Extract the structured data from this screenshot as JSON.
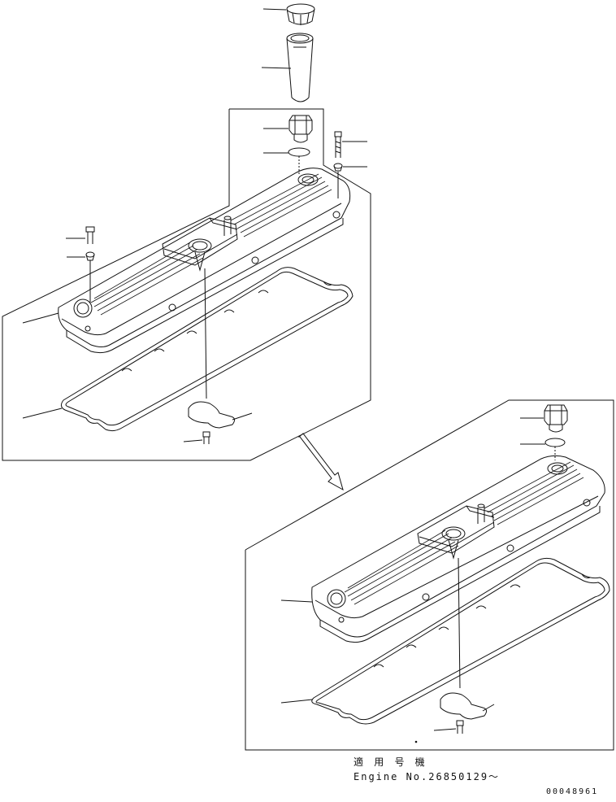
{
  "notes": {
    "applicable_label": "適 用 号 機",
    "engine_number": "Engine No.26850129～"
  },
  "serial": "00048961",
  "colors": {
    "line": "#111111",
    "background": "#ffffff"
  }
}
